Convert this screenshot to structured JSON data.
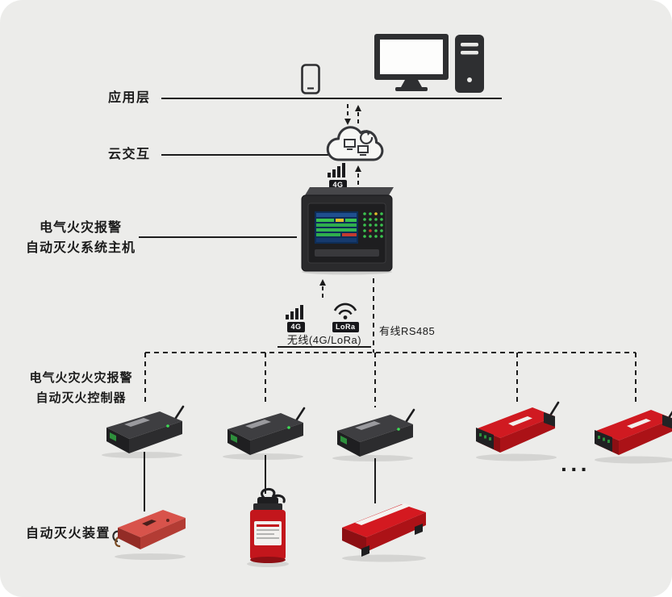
{
  "labels": {
    "app_layer": "应用层",
    "cloud_layer": "云交互",
    "host_line1": "电气火灾报警",
    "host_line2": "自动灭火系统主机",
    "controller_line1": "电气火灾火灾报警",
    "controller_line2": "自动灭火控制器",
    "extinguisher": "自动灭火装置"
  },
  "connections": {
    "wireless": "无线(4G/LoRa)",
    "wired": "有线RS485",
    "ellipsis": "···"
  },
  "badges": {
    "g4": "4G",
    "lora": "LoRa"
  },
  "colors": {
    "background": "#ECECEA",
    "line": "#1c1c1c",
    "device_black": "#232325",
    "device_red": "#C8191F",
    "screen_blue": "#0E2D57",
    "led_green": "#3BC24F"
  }
}
